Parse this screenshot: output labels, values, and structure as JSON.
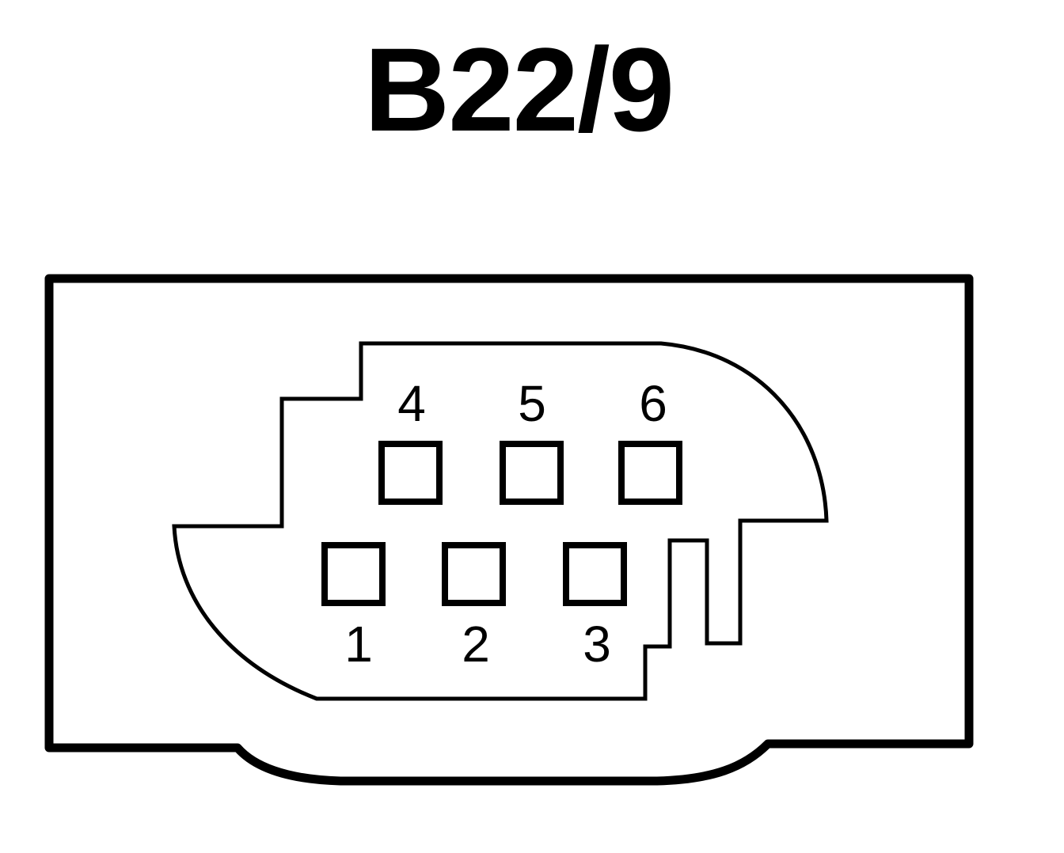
{
  "title": "B22/9",
  "pins": [
    {
      "number": "1",
      "row": "bottom"
    },
    {
      "number": "2",
      "row": "bottom"
    },
    {
      "number": "3",
      "row": "bottom"
    },
    {
      "number": "4",
      "row": "top"
    },
    {
      "number": "5",
      "row": "top"
    },
    {
      "number": "6",
      "row": "top"
    }
  ],
  "colors": {
    "stroke": "#000000",
    "background": "#ffffff"
  }
}
